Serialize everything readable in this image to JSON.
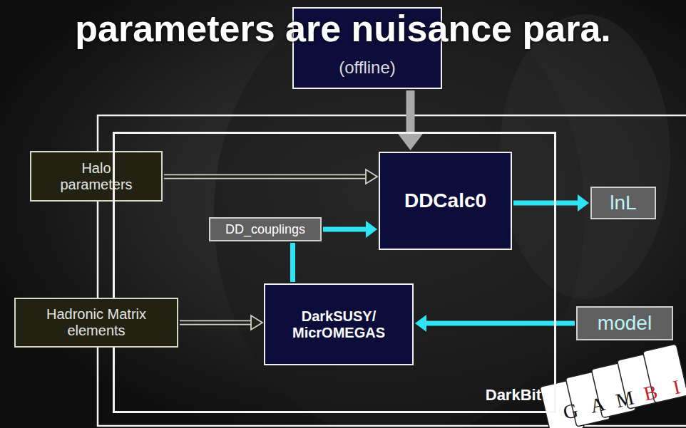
{
  "diagram": {
    "title": "parameters are nuisance para.",
    "nodes": [
      {
        "text": [
          "(offline)"
        ]
      },
      {
        "text": [
          "Halo parameters"
        ]
      },
      {
        "text": [
          "DarkBit"
        ]
      },
      {
        "text": [
          "DDCalc0"
        ],
        "in": 2
      },
      {
        "text": [
          "lnL"
        ]
      },
      {
        "text": [
          "DD_couplings"
        ],
        "in": 2
      },
      {
        "text": [
          "Hadronic Matrix elements"
        ]
      },
      {
        "text": [
          "DarkSUSY/ MicrOMEGAS"
        ],
        "in": 2
      },
      {
        "text": [
          "model"
        ]
      }
    ],
    "edges": [
      {
        "from": 0,
        "to": 3,
        "arrow": "to"
      },
      {
        "from": 1,
        "to": 3,
        "arrow": "to"
      },
      {
        "from": 5,
        "to": 3,
        "arrow": "to"
      },
      {
        "from": 3,
        "to": 4,
        "arrow": "to"
      },
      {
        "from": 7,
        "to": 5,
        "arrow": "none"
      },
      {
        "from": 6,
        "to": 7,
        "arrow": "to"
      },
      {
        "from": 8,
        "to": 7,
        "arrow": "to"
      }
    ],
    "labels": [
      "G",
      "A",
      "M",
      "B",
      "I"
    ]
  }
}
